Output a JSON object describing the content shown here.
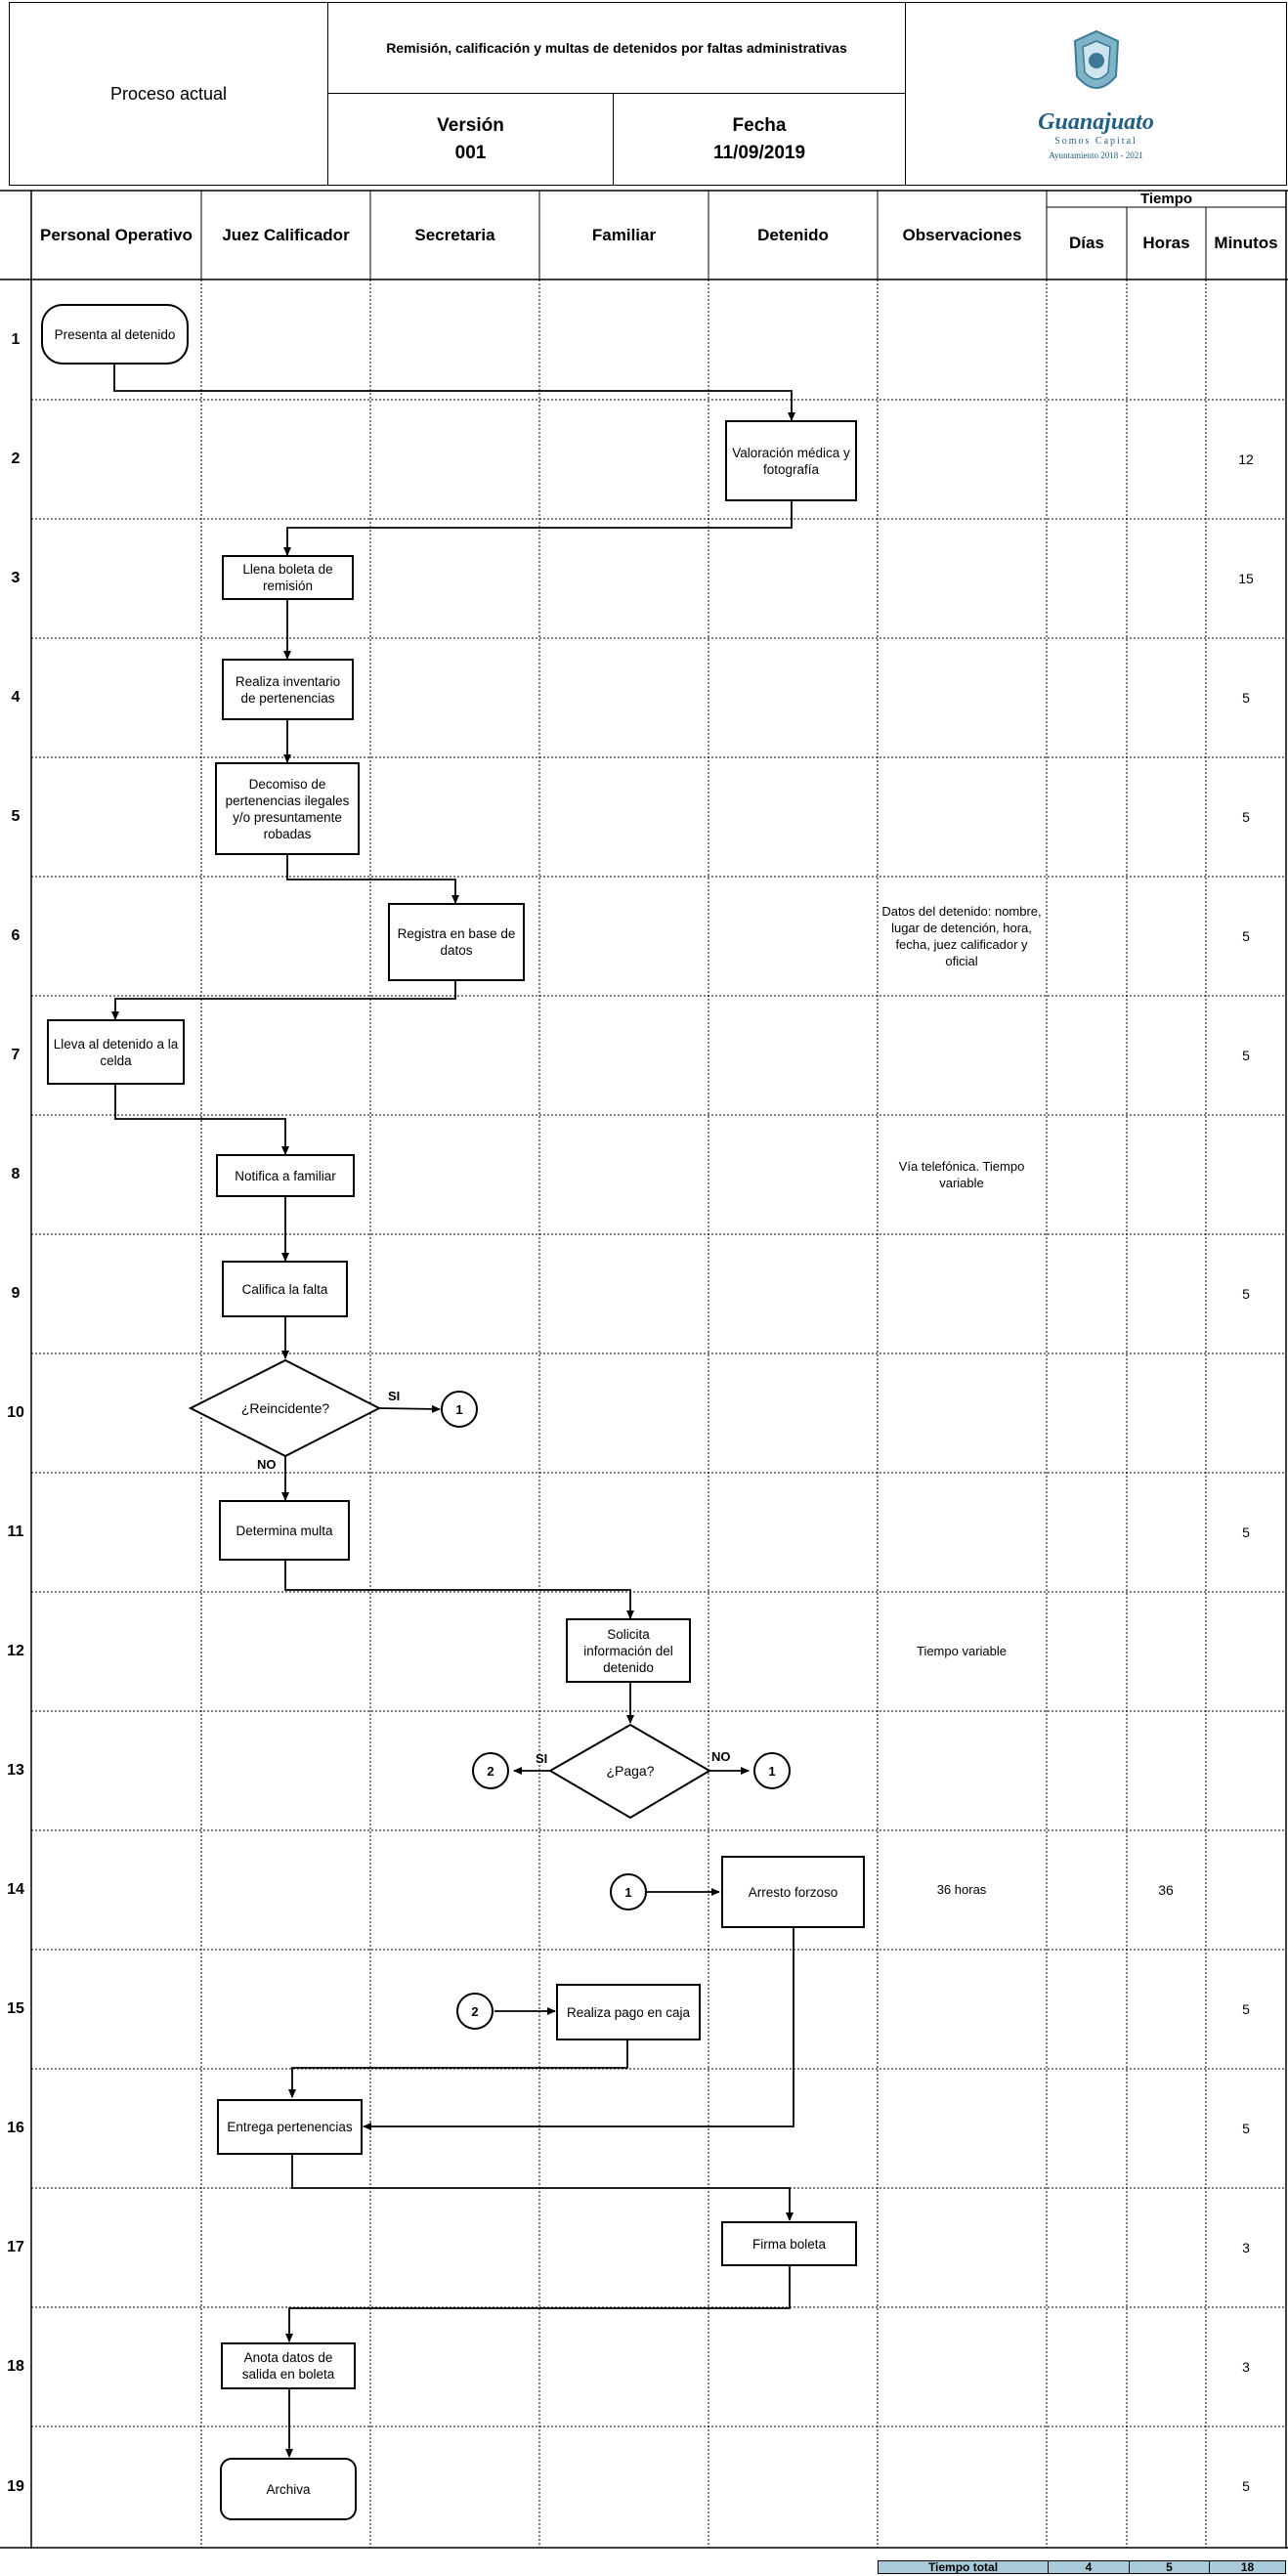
{
  "header": {
    "process_label": "Proceso actual",
    "title": "Remisión, calificación y multas  de detenidos por faltas administrativas",
    "version_label": "Versión",
    "version_value": "001",
    "date_label": "Fecha",
    "date_value": "11/09/2019",
    "logo_main": "Guanajuato",
    "logo_sub": "Somos Capital",
    "logo_caption": "Ayuntamiento 2018 - 2021"
  },
  "columns": {
    "personal": "Personal Operativo",
    "juez": "Juez Calificador",
    "secretaria": "Secretaria",
    "familiar": "Familiar",
    "detenido": "Detenido",
    "observaciones": "Observaciones",
    "tiempo": "Tiempo",
    "dias": "Días",
    "horas": "Horas",
    "minutos": "Minutos"
  },
  "rows": [
    "1",
    "2",
    "3",
    "4",
    "5",
    "6",
    "7",
    "8",
    "9",
    "10",
    "11",
    "12",
    "13",
    "14",
    "15",
    "16",
    "17",
    "18",
    "19"
  ],
  "nodes": {
    "n1": "Presenta al detenido",
    "n2": "Valoración médica y fotografía",
    "n3": "Llena boleta de remisión",
    "n4": "Realiza inventario de pertenencias",
    "n5": "Decomiso de pertenencias ilegales y/o presuntamente robadas",
    "n6": "Registra en base de datos",
    "n7": "Lleva al detenido a la celda",
    "n8": "Notifica a familiar",
    "n9": "Califica la falta",
    "n10": "¿Reincidente?",
    "n11": "Determina multa",
    "n12": "Solicita información del detenido",
    "n13": "¿Paga?",
    "n14": "Arresto forzoso",
    "n15": "Realiza pago en caja",
    "n16": "Entrega pertenencias",
    "n17": "Firma boleta",
    "n18": "Anota datos de salida en boleta",
    "n19": "Archiva"
  },
  "connectors": {
    "c10": "1",
    "c13a": "2",
    "c13b": "1",
    "c14": "1",
    "c15": "2"
  },
  "branch_labels": {
    "r10_si": "SI",
    "r10_no": "NO",
    "r13_si": "SI",
    "r13_no": "NO"
  },
  "observations": {
    "r6": "Datos del detenido: nombre, lugar de detención, hora, fecha, juez calificador y oficial",
    "r8": "Vía telefónica. Tiempo variable",
    "r12": "Tiempo variable",
    "r14": "36 horas"
  },
  "minutes": {
    "r2": "12",
    "r3": "15",
    "r4": "5",
    "r5": "5",
    "r6": "5",
    "r7": "5",
    "r9": "5",
    "r11": "5",
    "r15": "5",
    "r16": "5",
    "r17": "3",
    "r18": "3",
    "r19": "5"
  },
  "hours": {
    "r14": "36"
  },
  "total": {
    "label": "Tiempo total",
    "dias": "4",
    "horas": "5",
    "minutos": "18"
  },
  "colors": {
    "total_bg": "#a9cbd9"
  }
}
